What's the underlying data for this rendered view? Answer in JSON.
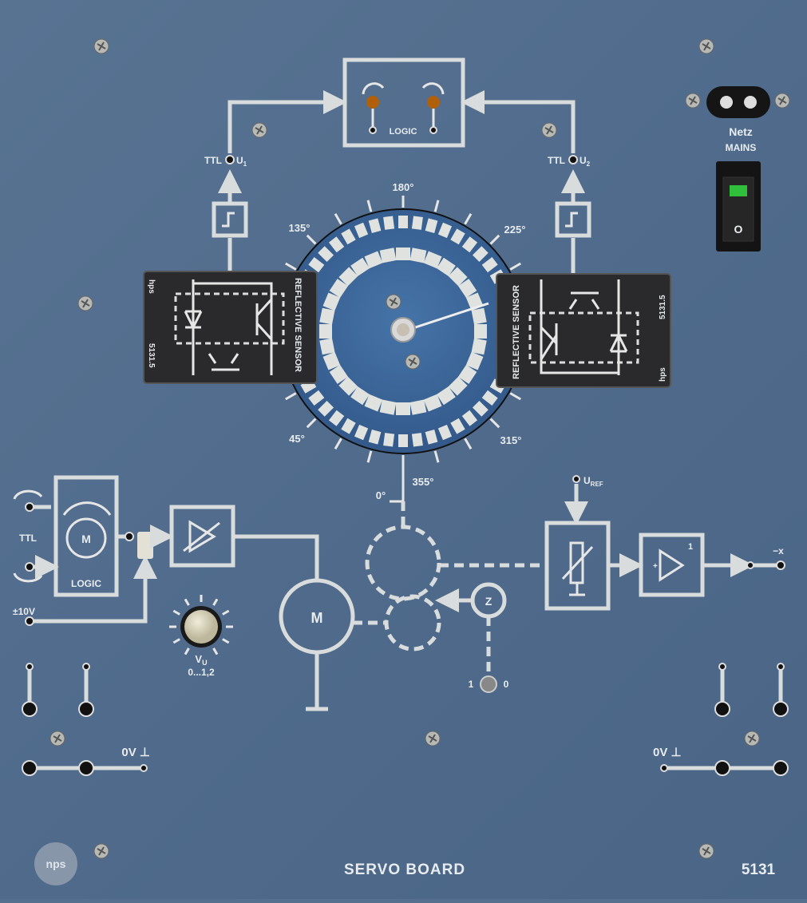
{
  "board": {
    "title": "SERVO BOARD",
    "number": "5131",
    "logo": "nps"
  },
  "logic_top": {
    "label": "LOGIC"
  },
  "inputs": {
    "u1_prefix": "TTL",
    "u1": "U",
    "u1_sub": "1",
    "u2_prefix": "TTL",
    "u2": "U",
    "u2_sub": "2"
  },
  "sensors": {
    "left": {
      "label": "REFLECTIVE SENSOR",
      "brand": "hps",
      "model": "5131.5"
    },
    "right": {
      "label": "REFLECTIVE SENSOR",
      "brand": "hps",
      "model": "5131.5"
    }
  },
  "mains": {
    "label_de": "Netz",
    "label_en": "MAINS",
    "switch_mark": "O"
  },
  "dial": {
    "labels": [
      "180°",
      "135°",
      "225°",
      "45°",
      "315°",
      "355°",
      "0°"
    ],
    "pointer_angle_deg": 260
  },
  "motor_logic": {
    "ttl": "TTL",
    "motor": "M",
    "label": "LOGIC",
    "supply": "±10V"
  },
  "knob": {
    "label": "V",
    "label_sub": "U",
    "range": "0...1,2"
  },
  "motor": {
    "label": "M"
  },
  "tacho": {
    "label": "Z",
    "switch_on": "1",
    "switch_off": "0"
  },
  "reference": {
    "label": "U",
    "label_sub": "REF"
  },
  "output": {
    "gain": "1",
    "label": "−x",
    "plus": "+"
  },
  "ground": {
    "left": "0V ⊥",
    "right": "0V ⊥"
  },
  "colors": {
    "panel": "#4f6a8b",
    "print": "#d9dcdc",
    "disk": "#3d6594",
    "sensor": "#2a2a2c",
    "led": "#b0600a",
    "switch": "#2fbf3a"
  }
}
